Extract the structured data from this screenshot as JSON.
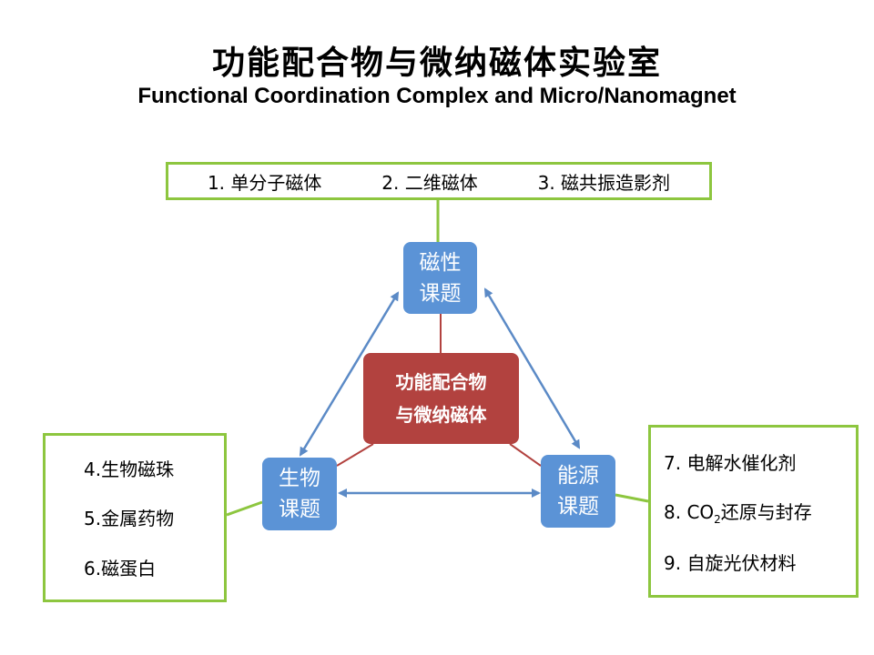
{
  "title": {
    "chinese": "功能配合物与微纳磁体实验室",
    "english": "Functional Coordination Complex and Micro/Nanomagnet"
  },
  "topics": {
    "magnetic": [
      "磁性",
      "课题"
    ],
    "biological": [
      "生物",
      "课题"
    ],
    "energy": [
      "能源",
      "课题"
    ]
  },
  "center": [
    "功能配合物",
    "与微纳磁体"
  ],
  "magnetic_items": [
    "1. 单分子磁体",
    "2. 二维磁体",
    "3. 磁共振造影剂"
  ],
  "biological_items": [
    "4.生物磁珠",
    "5.金属药物",
    "6.磁蛋白"
  ],
  "energy_items": {
    "item7": "7. 电解水催化剂",
    "item8_prefix": "8. CO",
    "item8_sub": "2",
    "item8_suffix": "还原与封存",
    "item9": "9. 自旋光伏材料"
  },
  "colors": {
    "box_border": "#8dc63f",
    "topic_fill": "#5b93d6",
    "center_fill": "#b2423f",
    "arrow": "#5b8ac6",
    "connector": "#b2423f"
  }
}
